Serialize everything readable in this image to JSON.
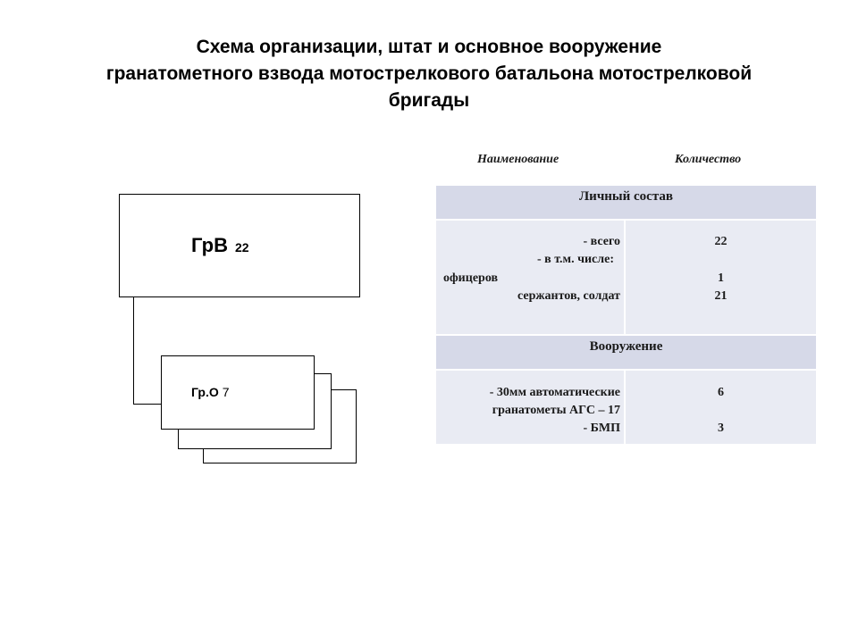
{
  "title": {
    "line1": "Схема организации, штат и основное вооружение",
    "line2": "гранатометного взвода мотострелкового батальона мотострелковой",
    "line3": "бригады"
  },
  "org_chart": {
    "platoon": {
      "abbr": "ГрВ",
      "strength": "22"
    },
    "squad": {
      "abbr": "Гр.О",
      "strength": "7"
    }
  },
  "table": {
    "headers": {
      "name": "Наименование",
      "quantity": "Количество"
    },
    "personnel": {
      "section": "Личный состав",
      "lines": [
        "- всего",
        "- в т.м. числе:",
        "офицеров",
        "сержантов, солдат"
      ],
      "values": {
        "total": "22",
        "officers": "1",
        "soldiers": "21"
      }
    },
    "weapons": {
      "section": "Вооружение",
      "lines": [
        "- 30мм автоматические",
        "гранатометы АГС – 17",
        "- БМП"
      ],
      "values": {
        "ags": "6",
        "bmp": "3"
      }
    }
  },
  "colors": {
    "section_bg": "#d6d9e8",
    "row_bg": "#e9ebf3"
  }
}
